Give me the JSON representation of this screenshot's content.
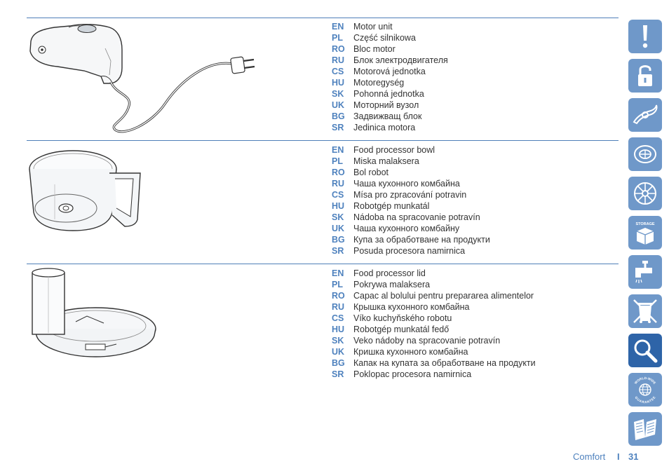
{
  "sections": [
    {
      "illustration": "motor-unit",
      "items": [
        {
          "code": "EN",
          "text": "Motor unit"
        },
        {
          "code": "PL",
          "text": "Część silnikowa"
        },
        {
          "code": "RO",
          "text": "Bloc motor"
        },
        {
          "code": "RU",
          "text": "Блок электродвигателя"
        },
        {
          "code": "CS",
          "text": "Motorová jednotka"
        },
        {
          "code": "HU",
          "text": "Motoregység"
        },
        {
          "code": "SK",
          "text": "Pohonná jednotka"
        },
        {
          "code": "UK",
          "text": "Моторний вузол"
        },
        {
          "code": "BG",
          "text": "Задвижващ блок"
        },
        {
          "code": "SR",
          "text": "Jedinica motora"
        }
      ]
    },
    {
      "illustration": "food-processor-bowl",
      "items": [
        {
          "code": "EN",
          "text": "Food processor bowl"
        },
        {
          "code": "PL",
          "text": "Miska malaksera"
        },
        {
          "code": "RO",
          "text": "Bol robot"
        },
        {
          "code": "RU",
          "text": "Чаша кухонного комбайна"
        },
        {
          "code": "CS",
          "text": "Mísa pro zpracování potravin"
        },
        {
          "code": "HU",
          "text": "Robotgép munkatál"
        },
        {
          "code": "SK",
          "text": "Nádoba na spracovanie potravín"
        },
        {
          "code": "UK",
          "text": "Чаша кухонного комбайну"
        },
        {
          "code": "BG",
          "text": "Купа за обработване на продукти"
        },
        {
          "code": "SR",
          "text": "Posuda procesora namirnica"
        }
      ]
    },
    {
      "illustration": "food-processor-lid",
      "items": [
        {
          "code": "EN",
          "text": "Food processor lid"
        },
        {
          "code": "PL",
          "text": "Pokrywa malaksera"
        },
        {
          "code": "RO",
          "text": "Capac al bolului pentru prepararea alimentelor"
        },
        {
          "code": "RU",
          "text": "Крышка кухонного комбайна"
        },
        {
          "code": "CS",
          "text": "Víko kuchyňského robotu"
        },
        {
          "code": "HU",
          "text": "Robotgép munkatál fedő"
        },
        {
          "code": "SK",
          "text": "Veko nádoby na spracovanie potravín"
        },
        {
          "code": "UK",
          "text": "Кришка кухонного комбайна"
        },
        {
          "code": "BG",
          "text": "Капак на купата за обработване на продукти"
        },
        {
          "code": "SR",
          "text": "Poklopac procesora namirnica"
        }
      ]
    }
  ],
  "sidebar": [
    {
      "icon": "exclamation-icon",
      "active": false
    },
    {
      "icon": "padlock-icon",
      "active": false
    },
    {
      "icon": "blade-icon",
      "active": false
    },
    {
      "icon": "disc-icon",
      "active": false
    },
    {
      "icon": "flower-disc-icon",
      "active": false
    },
    {
      "icon": "storage-box-icon",
      "active": false
    },
    {
      "icon": "tap-icon",
      "active": false
    },
    {
      "icon": "recycle-bin-icon",
      "active": false
    },
    {
      "icon": "magnifier-icon",
      "active": true
    },
    {
      "icon": "globe-guarantee-icon",
      "active": false
    },
    {
      "icon": "book-icon",
      "active": false
    }
  ],
  "sidebar_text": {
    "storage": "STORAGE",
    "guarantee_top": "WORLD-WIDE",
    "guarantee_bottom": "GUARANTEE"
  },
  "footer": {
    "section": "Comfort",
    "separator": "I",
    "page": "31"
  },
  "colors": {
    "accent": "#4f82be",
    "tab": "#6f98c9",
    "tab_active": "#2e64a8",
    "rule": "#4f7fb8"
  }
}
